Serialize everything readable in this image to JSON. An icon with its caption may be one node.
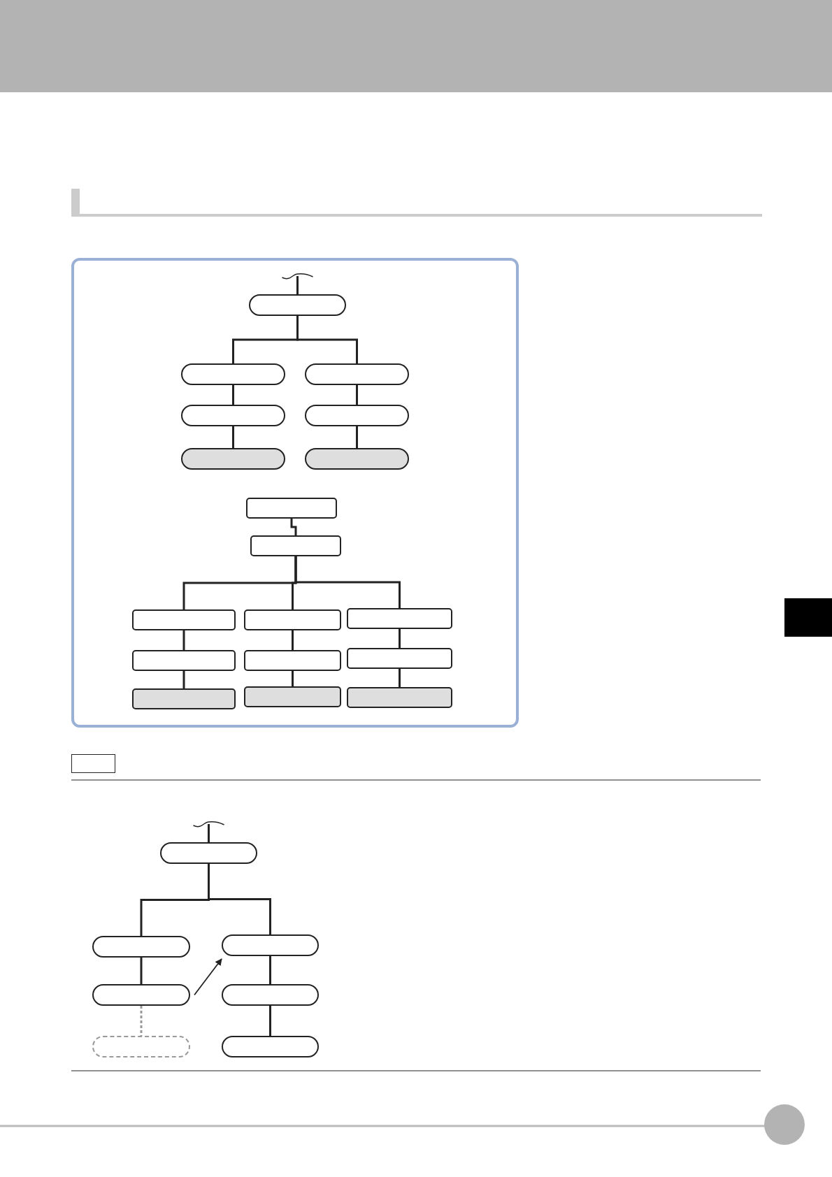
{
  "diagram": {
    "nodes": [
      {
        "text": [],
        "shape": "capsule"
      },
      {
        "text": [],
        "shape": "capsule"
      },
      {
        "text": [],
        "shape": "capsule"
      },
      {
        "text": [],
        "shape": "capsule"
      },
      {
        "text": [],
        "shape": "capsule"
      },
      {
        "text": [],
        "shape": "capsule"
      },
      {
        "text": [],
        "shape": "capsule"
      },
      {
        "text": [],
        "shape": "box"
      },
      {
        "text": [],
        "shape": "box"
      },
      {
        "text": [],
        "shape": "box"
      },
      {
        "text": [],
        "shape": "box"
      },
      {
        "text": [],
        "shape": "box"
      },
      {
        "text": [],
        "shape": "box"
      },
      {
        "text": [],
        "shape": "box"
      },
      {
        "text": [],
        "shape": "box"
      },
      {
        "text": [],
        "shape": "box"
      },
      {
        "text": [],
        "shape": "box"
      },
      {
        "text": [],
        "shape": "box"
      },
      {
        "text": [],
        "shape": "capsule"
      },
      {
        "text": [],
        "shape": "capsule"
      },
      {
        "text": [],
        "shape": "capsule"
      },
      {
        "text": [],
        "shape": "capsule"
      },
      {
        "text": [],
        "shape": "capsule"
      },
      {
        "text": [],
        "shape": "capsule"
      },
      {
        "text": [],
        "shape": "capsule"
      }
    ],
    "edges": [
      {
        "from": null,
        "to": 0,
        "arrow": "none"
      },
      {
        "from": 0,
        "to": 1,
        "arrow": "none"
      },
      {
        "from": 0,
        "to": 2,
        "arrow": "none"
      },
      {
        "from": 1,
        "to": 3,
        "arrow": "none"
      },
      {
        "from": 3,
        "to": 5,
        "arrow": "none"
      },
      {
        "from": 2,
        "to": 4,
        "arrow": "none"
      },
      {
        "from": 4,
        "to": 6,
        "arrow": "none"
      },
      {
        "from": 7,
        "to": 8,
        "arrow": "none"
      },
      {
        "from": 8,
        "to": 9,
        "arrow": "none"
      },
      {
        "from": 8,
        "to": 10,
        "arrow": "none"
      },
      {
        "from": 8,
        "to": 11,
        "arrow": "none"
      },
      {
        "from": 9,
        "to": 12,
        "arrow": "none"
      },
      {
        "from": 12,
        "to": 15,
        "arrow": "none"
      },
      {
        "from": 10,
        "to": 13,
        "arrow": "none"
      },
      {
        "from": 13,
        "to": 16,
        "arrow": "none"
      },
      {
        "from": 11,
        "to": 14,
        "arrow": "none"
      },
      {
        "from": 14,
        "to": 17,
        "arrow": "none"
      },
      {
        "from": null,
        "to": 18,
        "arrow": "none"
      },
      {
        "from": 18,
        "to": 19,
        "arrow": "none"
      },
      {
        "from": 18,
        "to": 20,
        "arrow": "none"
      },
      {
        "from": 19,
        "to": 21,
        "arrow": "none"
      },
      {
        "from": 21,
        "to": 23,
        "arrow": "none",
        "style": "dashed",
        "color": "#999999"
      },
      {
        "from": 20,
        "to": 22,
        "arrow": "none"
      },
      {
        "from": 22,
        "to": 24,
        "arrow": "none"
      },
      {
        "from": 21,
        "to": 20,
        "arrow": "to"
      }
    ]
  }
}
